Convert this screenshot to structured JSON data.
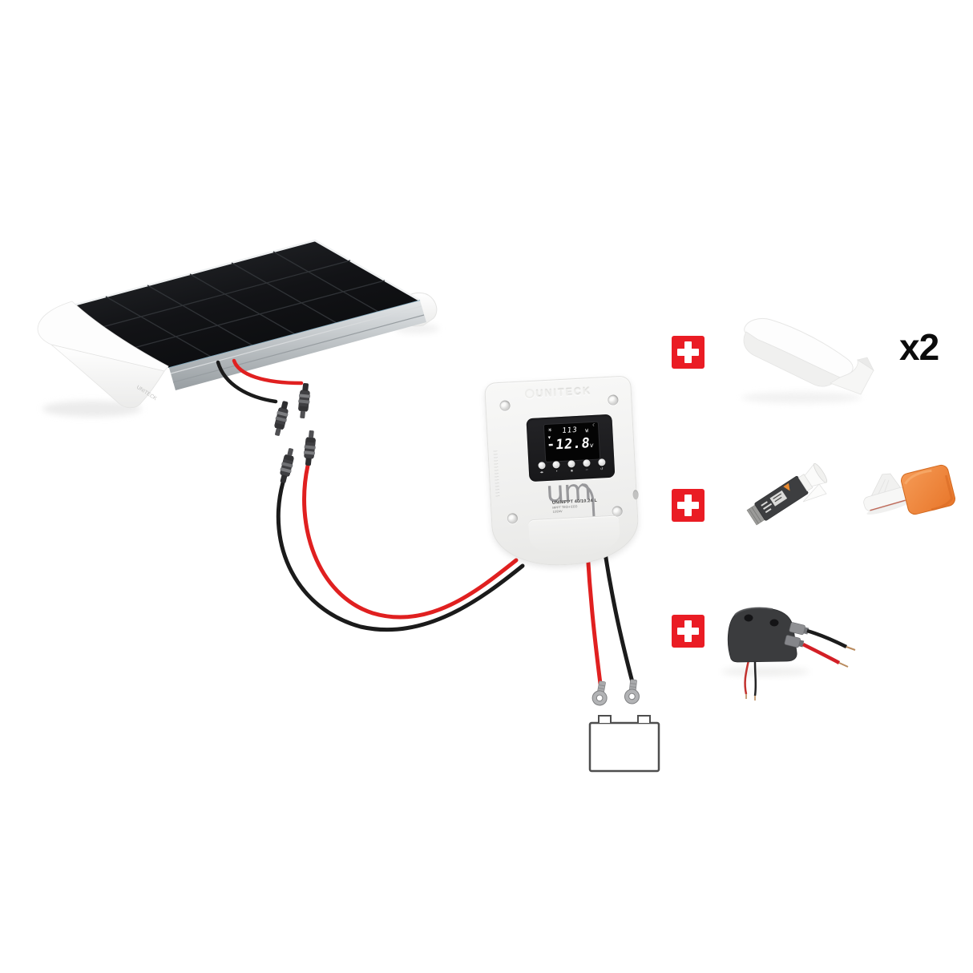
{
  "scene": {
    "description": "Uniteck solar kit composition diagram: solar panel with spoiler mounts, MPPT charge controller, battery wiring, and included accessories",
    "background": "#ffffff"
  },
  "panel": {
    "bracket_brand": "UNITECK"
  },
  "controller": {
    "brand": "UNITECK",
    "logo_text": "um",
    "model": "UNIMPPT 40/10.24 L",
    "tech_line": "MPPT TECH ECO",
    "rating_line": "12/24V",
    "display": {
      "power_value": "113",
      "power_unit": "W",
      "voltage_value": "12.8",
      "voltage_unit": "v",
      "status_icons": [
        "☀",
        "▾",
        "▬"
      ],
      "corner_icon": "☾"
    },
    "button_icons": [
      "◂▸",
      "•",
      "▪",
      "−",
      "↺"
    ]
  },
  "accessories": {
    "spoiler_quantity": "x2",
    "items": [
      {
        "name": "mounting-spoiler-pair"
      },
      {
        "name": "adhesive-sealant-and-applicator"
      },
      {
        "name": "cable-entry-gland"
      }
    ]
  },
  "colors": {
    "plus_red": "#ea1c24",
    "cable_red": "#e02020",
    "cable_black": "#1b1b1b",
    "pad_orange": "#ef8135",
    "panel_glass": "#121316",
    "controller_body": "#f2f2f1",
    "lcd_background": "#040404"
  }
}
